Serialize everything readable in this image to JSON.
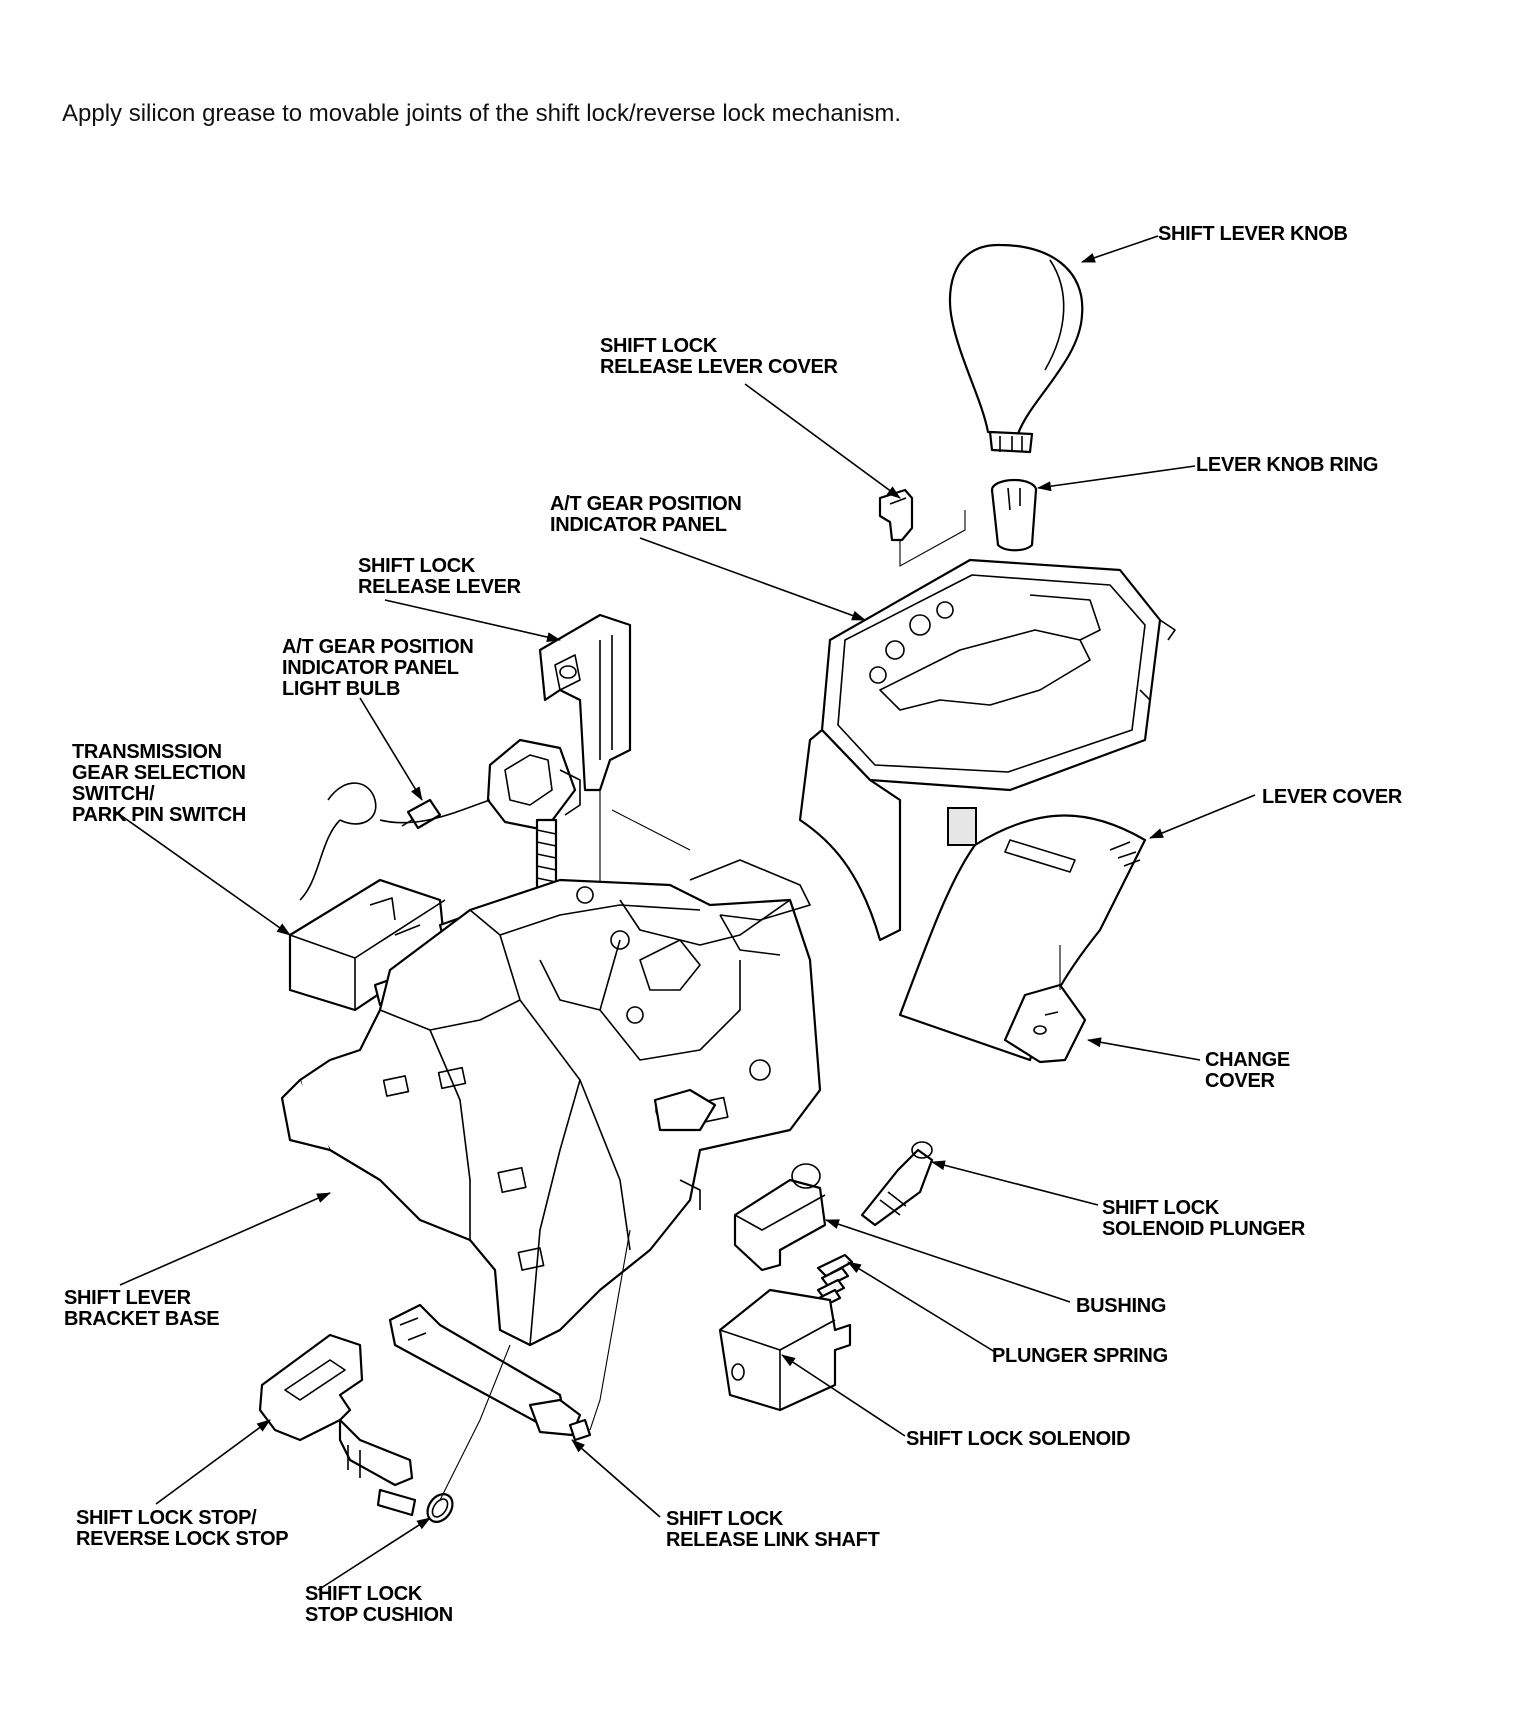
{
  "instruction": "Apply silicon grease to movable joints of the shift lock/reverse lock mechanism.",
  "labels": {
    "shift_lever_knob": [
      "SHIFT LEVER KNOB"
    ],
    "shift_lock_release_lever_cover": [
      "SHIFT LOCK",
      "RELEASE LEVER COVER"
    ],
    "lever_knob_ring": [
      "LEVER KNOB RING"
    ],
    "at_gear_position_indicator_panel": [
      "A/T GEAR POSITION",
      "INDICATOR PANEL"
    ],
    "shift_lock_release_lever": [
      "SHIFT LOCK",
      "RELEASE LEVER"
    ],
    "at_gear_position_indicator_panel_light_bulb": [
      "A/T GEAR POSITION",
      "INDICATOR PANEL",
      "LIGHT BULB"
    ],
    "transmission_gear_selection_switch": [
      "TRANSMISSION",
      "GEAR SELECTION",
      "SWITCH/",
      "PARK PIN SWITCH"
    ],
    "lever_cover": [
      "LEVER COVER"
    ],
    "change_cover": [
      "CHANGE",
      "COVER"
    ],
    "shift_lock_solenoid_plunger": [
      "SHIFT LOCK",
      "SOLENOID PLUNGER"
    ],
    "bushing": [
      "BUSHING"
    ],
    "plunger_spring": [
      "PLUNGER SPRING"
    ],
    "shift_lock_solenoid": [
      "SHIFT LOCK SOLENOID"
    ],
    "shift_lever_bracket_base": [
      "SHIFT LEVER",
      "BRACKET BASE"
    ],
    "shift_lock_stop_reverse_lock_stop": [
      "SHIFT LOCK STOP/",
      "REVERSE LOCK STOP"
    ],
    "shift_lock_release_link_shaft": [
      "SHIFT LOCK",
      "RELEASE LINK SHAFT"
    ],
    "shift_lock_stop_cushion": [
      "SHIFT LOCK",
      "STOP CUSHION"
    ]
  }
}
